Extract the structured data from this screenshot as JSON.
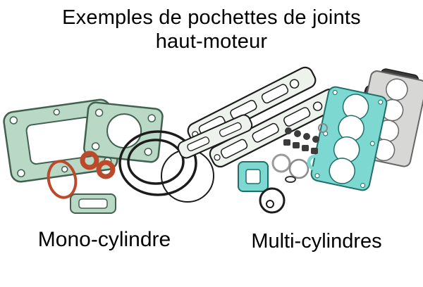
{
  "title": {
    "line1": "Exemples de pochettes de joints",
    "line2": "haut-moteur"
  },
  "captions": {
    "mono": "Mono-cylindre",
    "multi": "Multi-cylindres"
  },
  "colors": {
    "background": "#ffffff",
    "text": "#000000",
    "gasket_mint": "#b9d8c5",
    "gasket_pale": "#edf3ec",
    "gasket_teal": "#7ed8d2",
    "gasket_gray": "#d7d7d5",
    "oring_orange": "#bc4a2a",
    "line_black": "#1c1c1c",
    "line_green": "#41604f",
    "line_teal": "#1f6f68",
    "line_gray": "#666666",
    "dark_part": "#3b3b3b"
  }
}
